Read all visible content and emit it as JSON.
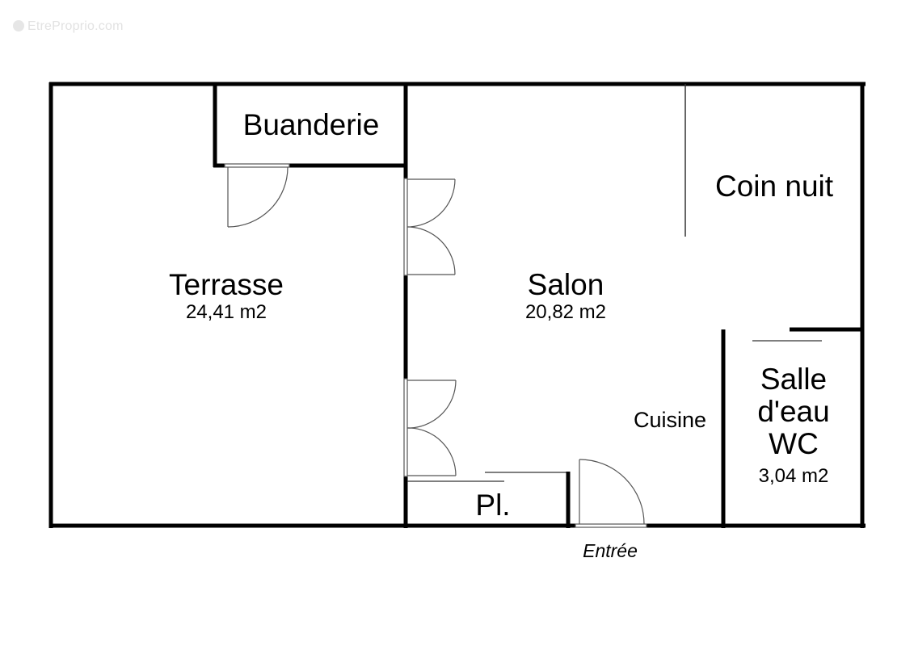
{
  "watermark": {
    "text": "EtreProprio.com",
    "icon": "copyright-logo-icon"
  },
  "rooms": [
    {
      "id": "terrasse",
      "name": "Terrasse",
      "area": "24,41 m2"
    },
    {
      "id": "salon",
      "name": "Salon",
      "area": "20,82 m2"
    },
    {
      "id": "buanderie",
      "name": "Buanderie"
    },
    {
      "id": "coin_nuit",
      "name": "Coin nuit"
    },
    {
      "id": "salle_eau",
      "name_lines": [
        "Salle",
        "d'eau",
        "WC"
      ],
      "area": "3,04 m2"
    },
    {
      "id": "cuisine",
      "name": "Cuisine"
    },
    {
      "id": "placard",
      "name": "Pl."
    }
  ],
  "entrance": {
    "label": "Entrée"
  },
  "colors": {
    "wall": "#000000",
    "door": "#555555",
    "background": "#ffffff"
  }
}
